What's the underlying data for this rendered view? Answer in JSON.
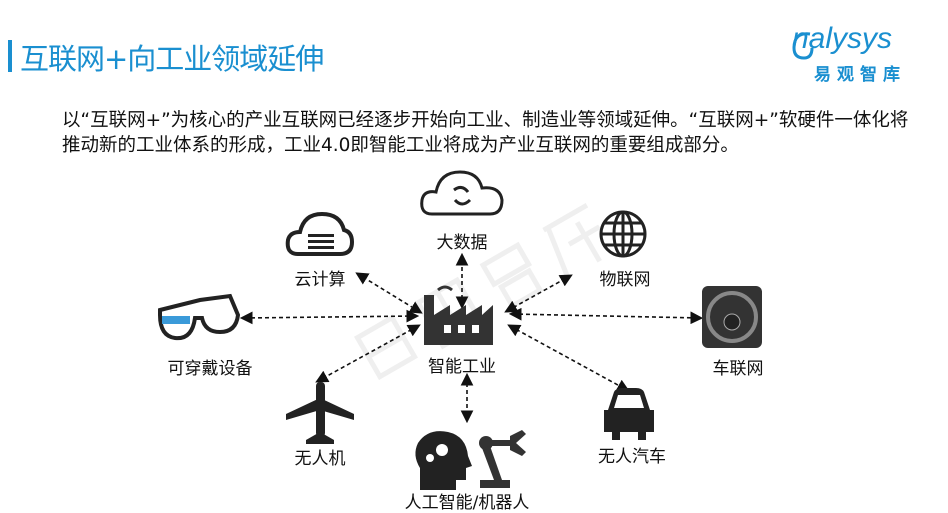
{
  "header": {
    "title": "互联网+向工业领域延伸",
    "logo_en": "nalysys",
    "logo_cn": "易观智库"
  },
  "intro_text": "以“互联网+”为核心的产业互联网已经逐步开始向工业、制造业等领域延伸。“互联网+”软硬件一体化将推动新的工业体系的形成，工业4.0即智能工业将成为产业互联网的重要组成部分。",
  "watermark": "易观智库",
  "diagram": {
    "center": "智能工业",
    "nodes": {
      "big_data": "大数据",
      "cloud": "云计算",
      "iot": "物联网",
      "wearable": "可穿戴设备",
      "iov": "车联网",
      "drone": "无人机",
      "ai_robot": "人工智能/机器人",
      "driverless_car": "无人汽车"
    }
  },
  "colors": {
    "accent": "#1a8fd0",
    "icon": "#222222"
  }
}
